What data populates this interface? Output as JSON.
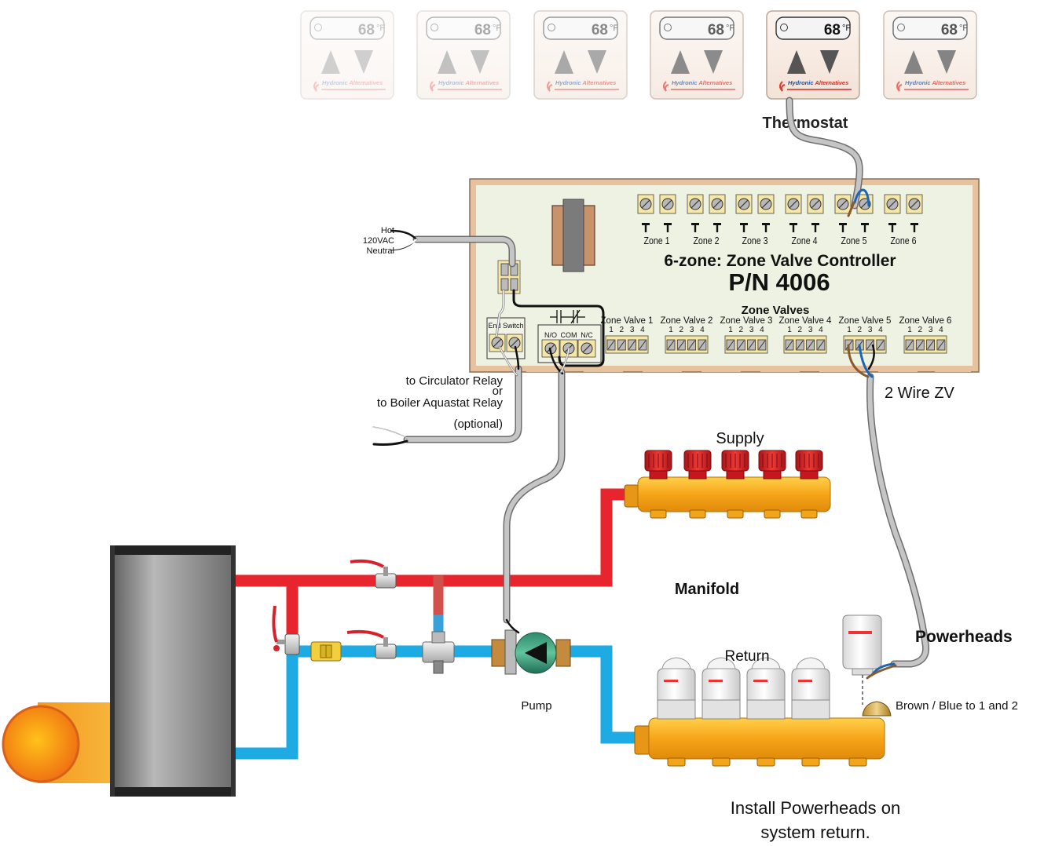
{
  "thermostats": {
    "temp": "68",
    "unit": "°F",
    "brand_a": "Hydronic",
    "brand_b": "Alternatives",
    "units": [
      {
        "opacity": 0.28
      },
      {
        "opacity": 0.36
      },
      {
        "opacity": 0.5
      },
      {
        "opacity": 0.68
      },
      {
        "opacity": 1
      },
      {
        "opacity": 0.72
      }
    ]
  },
  "labels": {
    "thermostat": "Thermostat",
    "power_hot": "Hot",
    "power_120": "120VAC",
    "power_neutral": "Neutral",
    "controller_title": "6-zone: Zone Valve Controller",
    "part_number": "P/N 4006",
    "zone_valves_heading": "Zone Valves",
    "end_switch": "End Switch",
    "relay_no": "N/O",
    "relay_com": "COM",
    "relay_nc": "N/C",
    "circulator_line1": "to Circulator Relay",
    "circulator_line2": "or",
    "circulator_line3": "to Boiler Aquastat Relay",
    "circulator_line4": "(optional)",
    "two_wire": "2 Wire ZV",
    "supply": "Supply",
    "manifold": "Manifold",
    "return": "Return",
    "powerheads": "Powerheads",
    "brown_blue": "Brown / Blue to 1 and 2",
    "pump": "Pump",
    "install_line1": "Install Powerheads on",
    "install_line2": "system return."
  },
  "zones": [
    "Zone 1",
    "Zone 2",
    "Zone 3",
    "Zone 4",
    "Zone 5",
    "Zone 6"
  ],
  "zone_valves": [
    "Zone Valve 1",
    "Zone Valve 2",
    "Zone Valve 3",
    "Zone Valve 4",
    "Zone Valve 5",
    "Zone Valve 6"
  ],
  "valve_terminals": [
    "1",
    "2",
    "3",
    "4"
  ],
  "colors": {
    "supply_pipe": "#e8242c",
    "return_pipe": "#1eabe3",
    "manifold": "#f7a81b",
    "board": "#eef2e2",
    "board_frame": "#e9c7a5",
    "terminal": "#f7e7a6",
    "boiler": "#8a8a8a",
    "burner": "#f28c14"
  }
}
